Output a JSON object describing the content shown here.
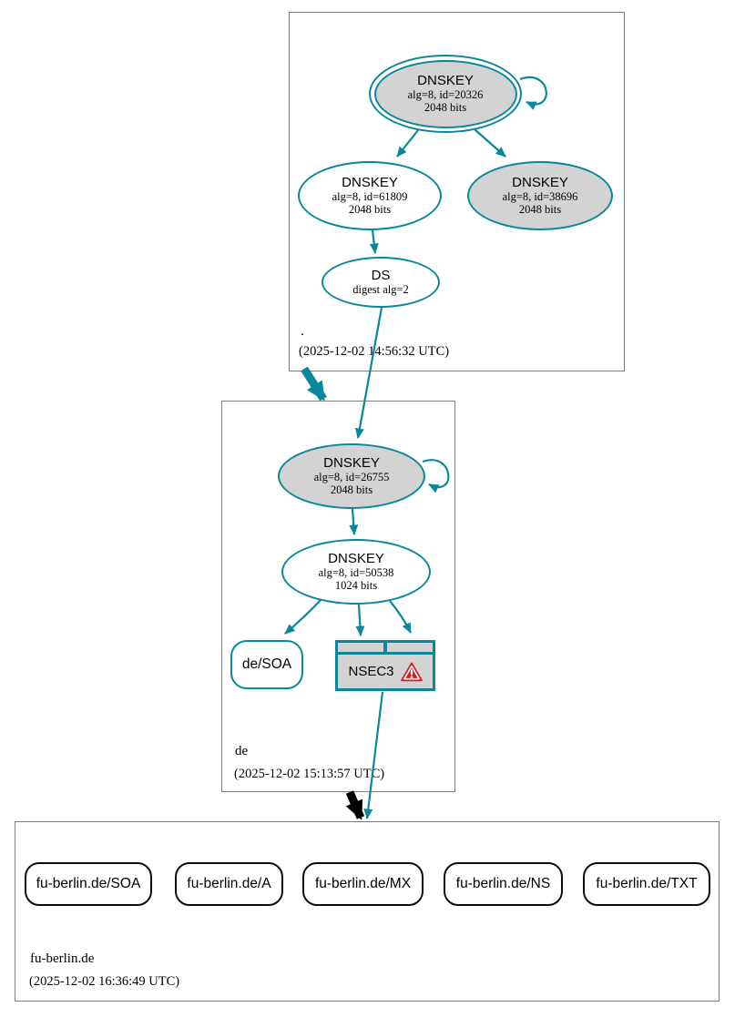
{
  "diagram_type": "dnssec-authentication-chain",
  "colors": {
    "secure_edge": "#0a879a",
    "insecure_edge": "#000000",
    "node_fill_gray": "#d3d3d3",
    "zone_border_gray": "#7d7d7d",
    "warning_red": "#cf1f1f"
  },
  "zones": [
    {
      "label": ".",
      "timestamp": "(2025-12-02 14:56:32 UTC)",
      "nodes": {
        "ksk": {
          "type": "DNSKEY",
          "alg_id": "alg=8, id=20326",
          "bits": "2048 bits"
        },
        "zsk": {
          "type": "DNSKEY",
          "alg_id": "alg=8, id=61809",
          "bits": "2048 bits"
        },
        "key2": {
          "type": "DNSKEY",
          "alg_id": "alg=8, id=38696",
          "bits": "2048 bits"
        },
        "ds": {
          "type": "DS",
          "digest": "digest alg=2"
        }
      }
    },
    {
      "label": "de",
      "timestamp": "(2025-12-02 15:13:57 UTC)",
      "nodes": {
        "ksk": {
          "type": "DNSKEY",
          "alg_id": "alg=8, id=26755",
          "bits": "2048 bits"
        },
        "zsk": {
          "type": "DNSKEY",
          "alg_id": "alg=8, id=50538",
          "bits": "1024 bits"
        },
        "soa": {
          "label": "de/SOA"
        },
        "nsec3": {
          "label": "NSEC3",
          "status": "warning"
        }
      }
    },
    {
      "label": "fu-berlin.de",
      "timestamp": "(2025-12-02 16:36:49 UTC)",
      "rrsets": [
        {
          "label": "fu-berlin.de/SOA"
        },
        {
          "label": "fu-berlin.de/A"
        },
        {
          "label": "fu-berlin.de/MX"
        },
        {
          "label": "fu-berlin.de/NS"
        },
        {
          "label": "fu-berlin.de/TXT"
        }
      ]
    }
  ]
}
